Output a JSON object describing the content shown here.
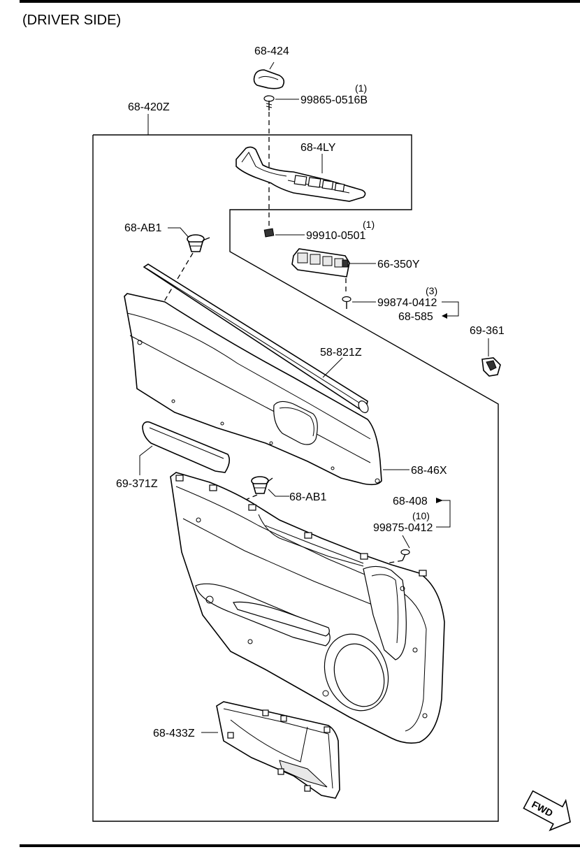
{
  "header": {
    "title": "(DRIVER SIDE)"
  },
  "fwd_badge": "FWD",
  "labels": {
    "p68_424": "68-424",
    "p99865": "99865-0516B",
    "p99865_qty": "(1)",
    "p68_420z": "68-420Z",
    "p68_4ly": "68-4LY",
    "p68_ab1_top": "68-AB1",
    "p99910": "99910-0501",
    "p99910_qty": "(1)",
    "p66_350y": "66-350Y",
    "p99874": "99874-0412",
    "p99874_qty": "(3)",
    "p68_585": "68-585",
    "p69_361": "69-361",
    "p58_821z": "58-821Z",
    "p68_46x": "68-46X",
    "p69_371z": "69-371Z",
    "p68_ab1_mid": "68-AB1",
    "p68_408": "68-408",
    "p99875_qty": "(10)",
    "p99875": "99875-0412",
    "p68_433z": "68-433Z"
  }
}
